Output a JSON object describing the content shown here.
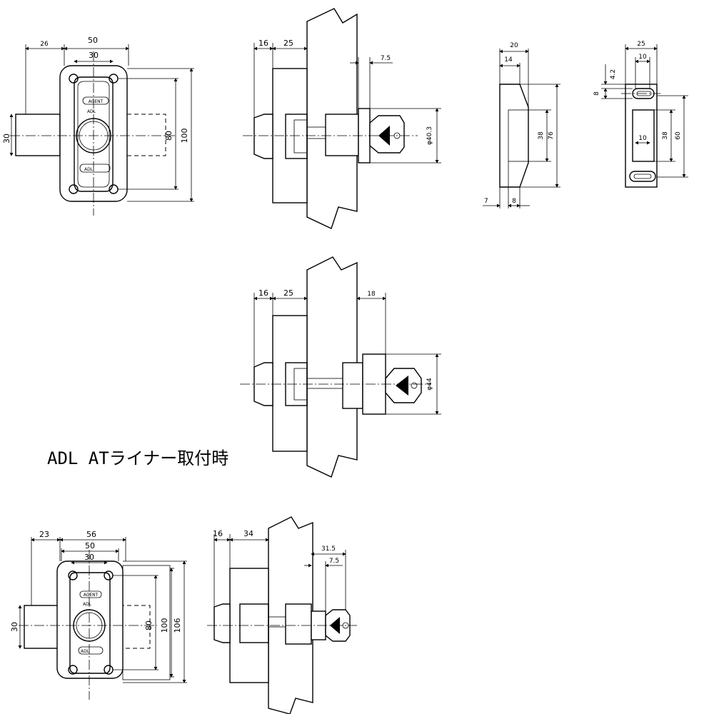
{
  "caption": "ADL ATライナー取付時",
  "badges": {
    "agent": "AGENT",
    "model": "ADL",
    "adl_small": "ADL",
    "adl_small_rev": "ADL"
  },
  "front_view": {
    "d26": "26",
    "d50": "50",
    "d30": "30",
    "d30_left": "30",
    "d80": "80",
    "d100": "100"
  },
  "side_view": {
    "d16": "16",
    "d25": "25",
    "d7_5": "7.5",
    "dia": "φ40.3"
  },
  "strike_side": {
    "d20": "20",
    "d14": "14",
    "d38": "38",
    "d76": "76",
    "d7": "7",
    "d8": "8"
  },
  "strike_front": {
    "d25": "25",
    "d10_top": "10",
    "d4_2": "4.2",
    "d8": "8",
    "d10_mid": "10",
    "d38": "38",
    "d60": "60"
  },
  "side_view_2": {
    "d16": "16",
    "d25": "25",
    "d18": "18",
    "dia": "φ44"
  },
  "liner_front": {
    "d23": "23",
    "d56": "56",
    "d50": "50",
    "d30": "30",
    "d30_left": "30",
    "d80": "80",
    "d100": "100",
    "d106": "106"
  },
  "liner_side": {
    "d16": "16",
    "d34": "34",
    "d31_5": "31.5",
    "d7_5": "7.5"
  }
}
